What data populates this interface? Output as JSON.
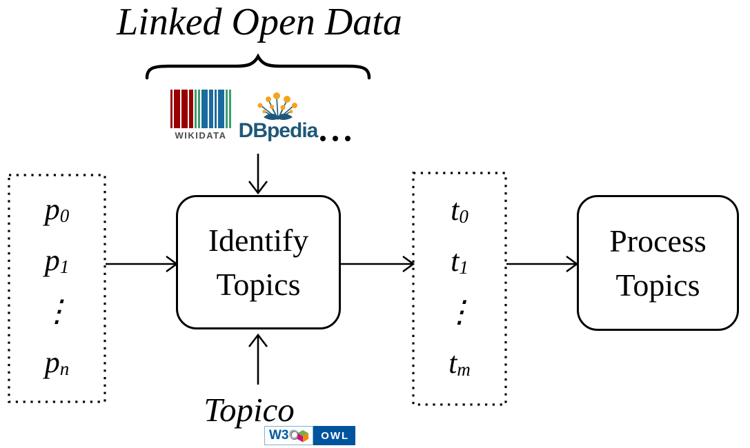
{
  "diagram": {
    "title": "Linked Open Data",
    "sources": {
      "wikidata": {
        "label": "WIKIDATA",
        "bar_red": "#990000",
        "bar_green": "#3b9e6d",
        "bar_blue": "#1a6b9e",
        "label_color": "#4a4a4a"
      },
      "dbpedia": {
        "label": "DBpedia",
        "text_color": "#1d5878",
        "node_color": "#f5a31f"
      },
      "more_label": "..."
    },
    "inputs": {
      "items": [
        {
          "base": "p",
          "sub": "0"
        },
        {
          "base": "p",
          "sub": "1"
        },
        {
          "base": "⋮",
          "sub": ""
        },
        {
          "base": "p",
          "sub": "n"
        }
      ]
    },
    "identify_box": {
      "line1": "Identify",
      "line2": "Topics"
    },
    "outputs": {
      "items": [
        {
          "base": "t",
          "sub": "0"
        },
        {
          "base": "t",
          "sub": "1"
        },
        {
          "base": "⋮",
          "sub": ""
        },
        {
          "base": "t",
          "sub": "m"
        }
      ]
    },
    "process_box": {
      "line1": "Process",
      "line2": "Topics"
    },
    "ontology": {
      "name": "Topico",
      "badge_w3c": "W3C",
      "badge_owl": "OWL",
      "badge_owl_bg": "#00549e"
    }
  }
}
